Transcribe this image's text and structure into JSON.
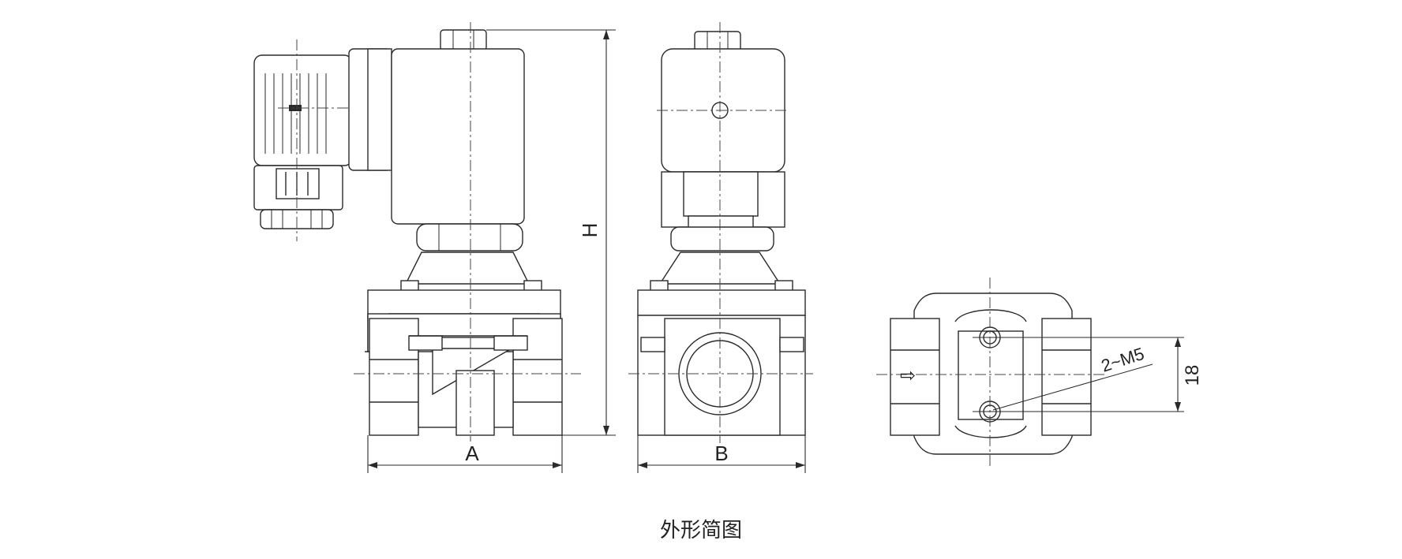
{
  "labels": {
    "dim_a": "A",
    "dim_b": "B",
    "dim_h": "H",
    "thread": "2~M5",
    "spacing": "18",
    "flow_arrow": "⇨"
  },
  "caption": "外形简图"
}
